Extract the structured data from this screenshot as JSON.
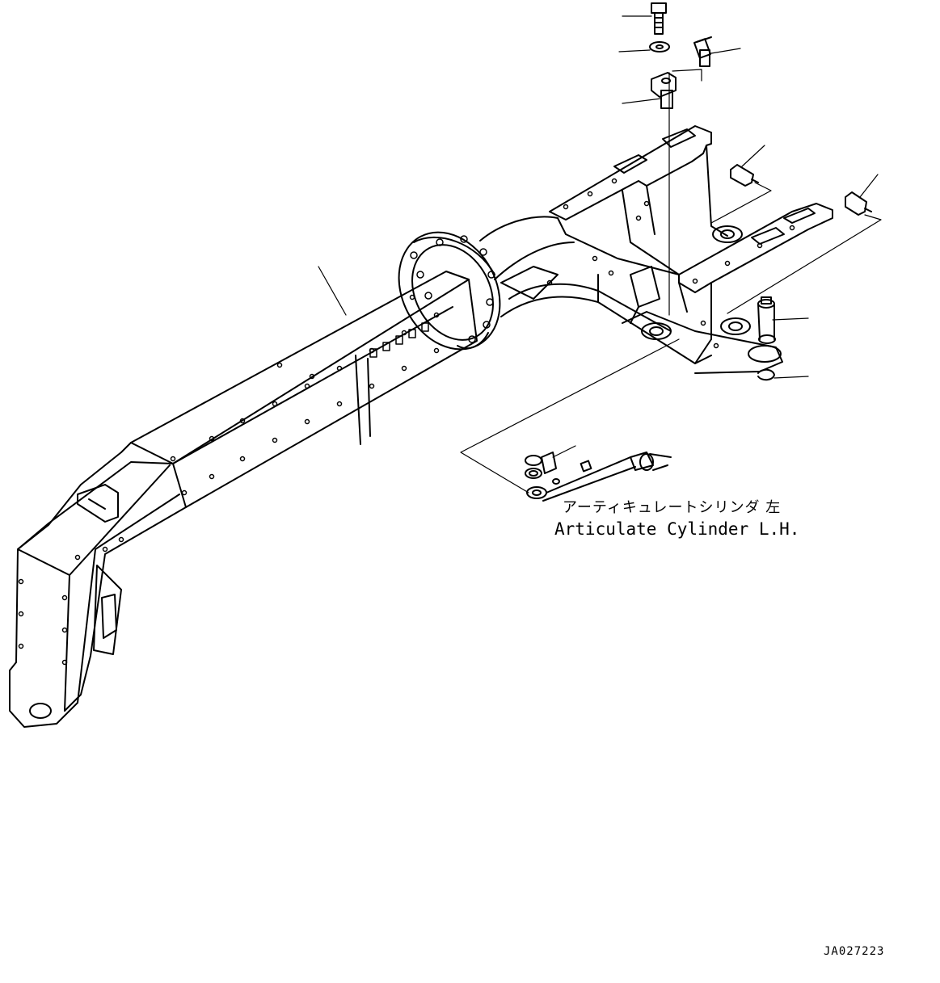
{
  "callout": {
    "japanese": "アーティキュレートシリンダ 左",
    "english": "Articulate Cylinder L.H."
  },
  "drawing_number": "JA027223",
  "colors": {
    "line": "#000000",
    "background": "#ffffff"
  }
}
